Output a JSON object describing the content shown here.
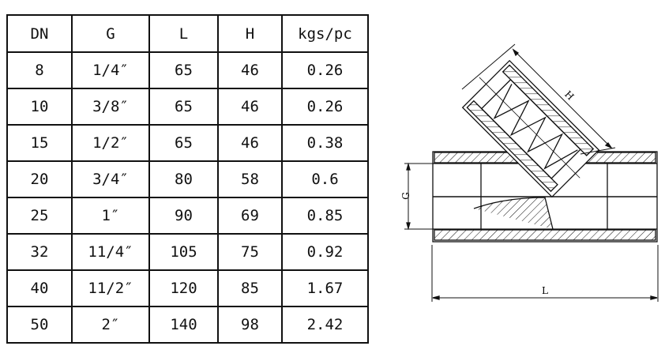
{
  "table": {
    "headers": [
      "DN",
      "G",
      "L",
      "H",
      "kgs/pc"
    ],
    "rows": [
      [
        "8",
        "1/4″",
        "65",
        "46",
        "0.26"
      ],
      [
        "10",
        "3/8″",
        "65",
        "46",
        "0.26"
      ],
      [
        "15",
        "1/2″",
        "65",
        "46",
        "0.38"
      ],
      [
        "20",
        "3/4″",
        "80",
        "58",
        "0.6"
      ],
      [
        "25",
        "1″",
        "90",
        "69",
        "0.85"
      ],
      [
        "32",
        "11/4″",
        "105",
        "75",
        "0.92"
      ],
      [
        "40",
        "11/2″",
        "120",
        "85",
        "1.67"
      ],
      [
        "50",
        "2″",
        "140",
        "98",
        "2.42"
      ]
    ]
  },
  "drawing": {
    "dim_g": "G",
    "dim_l": "L",
    "dim_h": "H"
  }
}
